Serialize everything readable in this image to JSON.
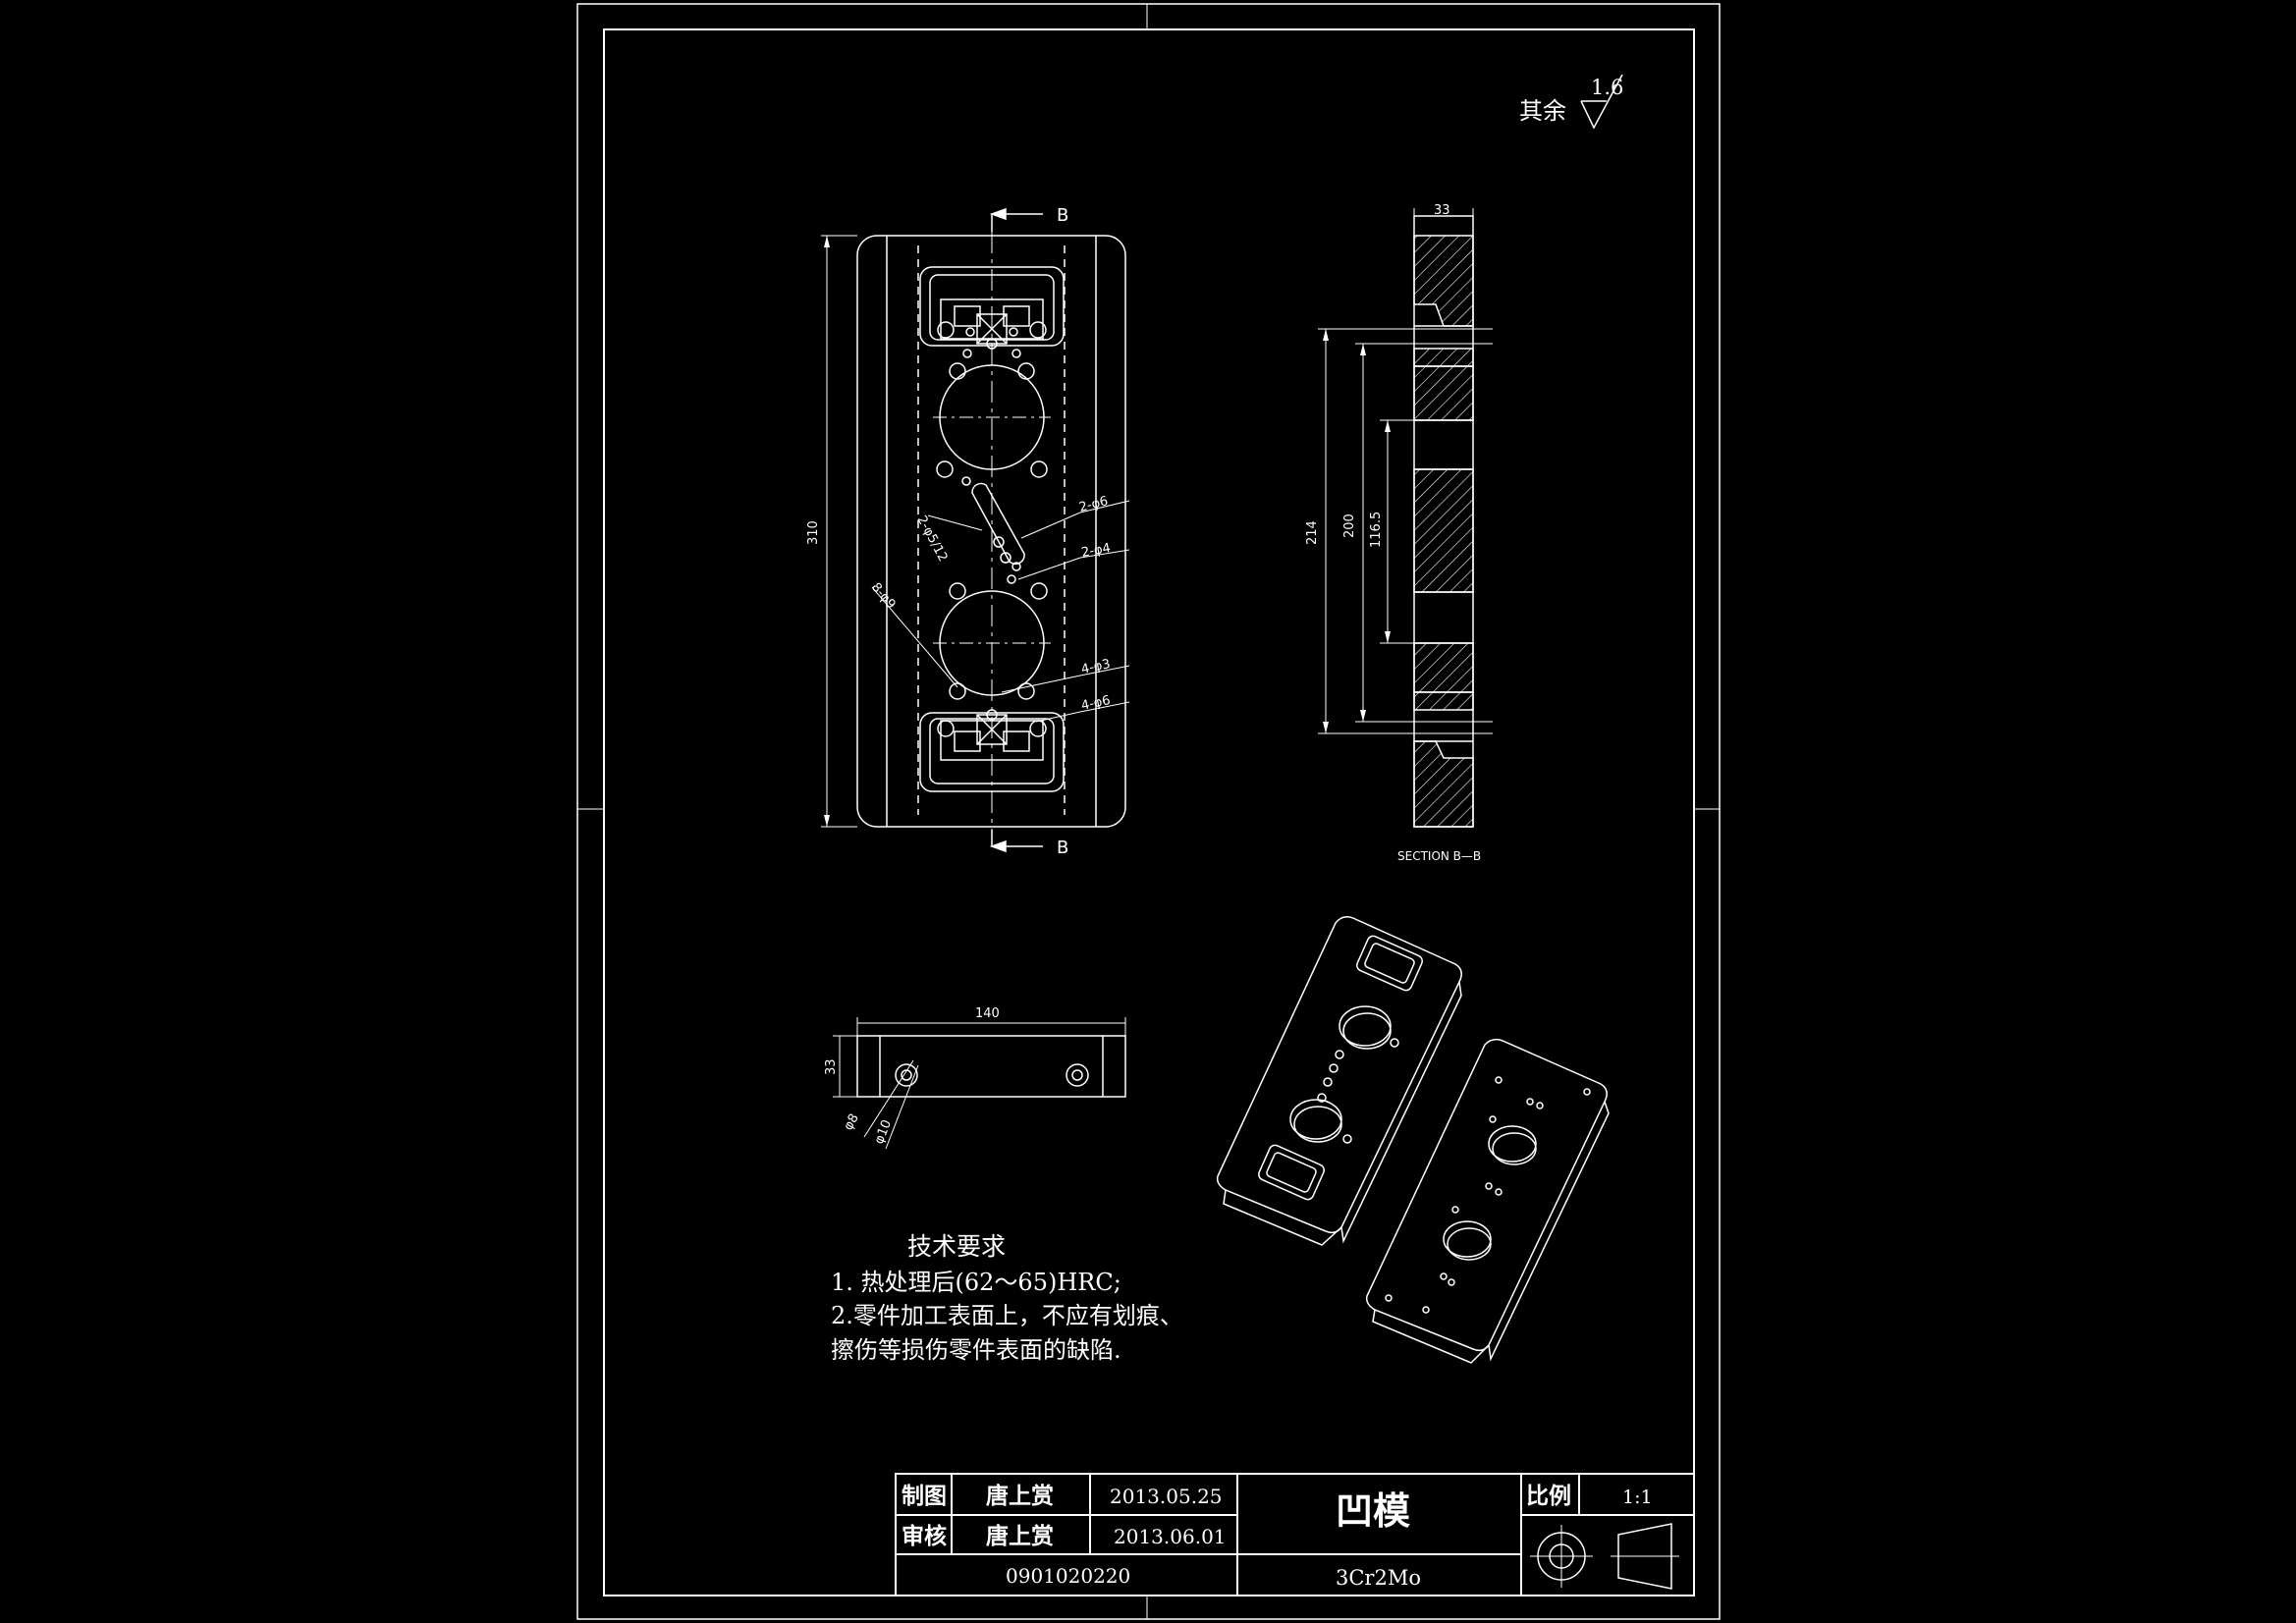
{
  "surface_finish": {
    "prefix": "其余",
    "value": "1.6"
  },
  "front_view": {
    "section_label_top": "B",
    "section_label_bottom": "B",
    "dim_height": "310",
    "callouts": {
      "c1": "2-φ6",
      "c2": "2-φ5/12",
      "c3": "2-φ4",
      "c4": "8-φ9",
      "c5": "4-φ3",
      "c6": "4-φ6"
    }
  },
  "section_view": {
    "dim_thickness": "33",
    "dim_214": "214",
    "dim_200": "200",
    "dim_116": "116.5",
    "label": "SECTION B—B"
  },
  "bottom_view": {
    "dim_width": "140",
    "dim_height": "33",
    "dim_d8": "φ8",
    "dim_d10": "φ10"
  },
  "tech_notes": {
    "title": "技术要求",
    "line1": "1. 热处理后(62～65)HRC;",
    "line2": "2.零件加工表面上，不应有划痕、",
    "line3": "擦伤等损伤零件表面的缺陷."
  },
  "title_block": {
    "row1_label": "制图",
    "row1_name": "唐上赏",
    "row1_date": "2013.05.25",
    "row2_label": "审核",
    "row2_name": "唐上赏",
    "row2_date": "2013.06.01",
    "drawing_number": "0901020220",
    "part_name": "凹模",
    "material": "3Cr2Mo",
    "scale_label": "比例",
    "scale_value": "1:1"
  }
}
